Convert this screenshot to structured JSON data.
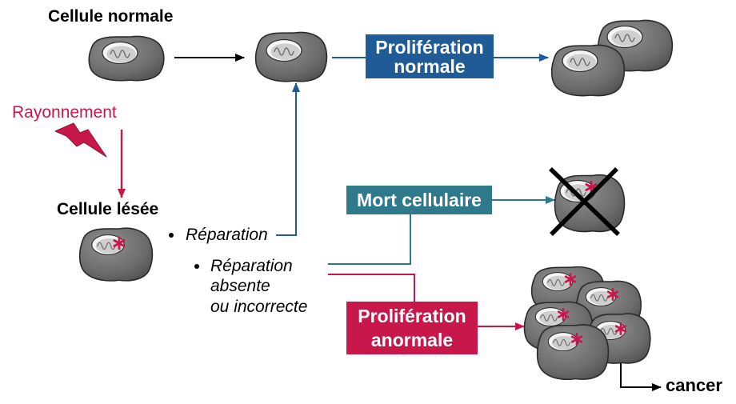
{
  "labels": {
    "normal_cell": "Cellule normale",
    "radiation": "Rayonnement",
    "damaged_cell": "Cellule lésée",
    "cancer": "cancer"
  },
  "outcomes": {
    "repair": {
      "lines": [
        "Réparation"
      ]
    },
    "no_repair": {
      "lines": [
        "Réparation",
        "absente",
        "ou incorrecte"
      ]
    }
  },
  "boxes": {
    "normal_proliferation": {
      "lines": [
        "Prolifération",
        "normale"
      ]
    },
    "cell_death": {
      "lines": [
        "Mort cellulaire"
      ]
    },
    "abnormal_proliferation": {
      "lines": [
        "Prolifération",
        "anormale"
      ]
    }
  },
  "icons": {
    "radiation": "lightning-icon",
    "cell_death": "cross-icon",
    "dna_damage": "asterisk-icon",
    "nucleus": "dna-icon"
  },
  "colors": {
    "normal": "#1F5B96",
    "death": "#2E7A8B",
    "abnormal": "#C8184B",
    "radiation": "#C8184B"
  }
}
